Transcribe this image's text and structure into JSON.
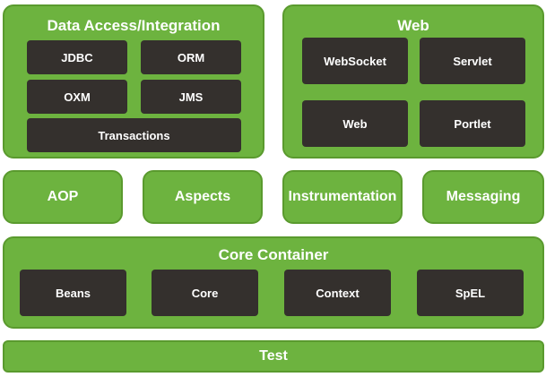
{
  "data_access": {
    "title": "Data Access/Integration",
    "items": [
      "JDBC",
      "ORM",
      "OXM",
      "JMS",
      "Transactions"
    ]
  },
  "web": {
    "title": "Web",
    "items": [
      "WebSocket",
      "Servlet",
      "Web",
      "Portlet"
    ]
  },
  "middle_row": [
    "AOP",
    "Aspects",
    "Instrumentation",
    "Messaging"
  ],
  "core_container": {
    "title": "Core Container",
    "items": [
      "Beans",
      "Core",
      "Context",
      "SpEL"
    ]
  },
  "test": {
    "label": "Test"
  },
  "colors": {
    "module_green": "#6db33f",
    "component_dark": "#34302d",
    "text": "#ffffff"
  }
}
